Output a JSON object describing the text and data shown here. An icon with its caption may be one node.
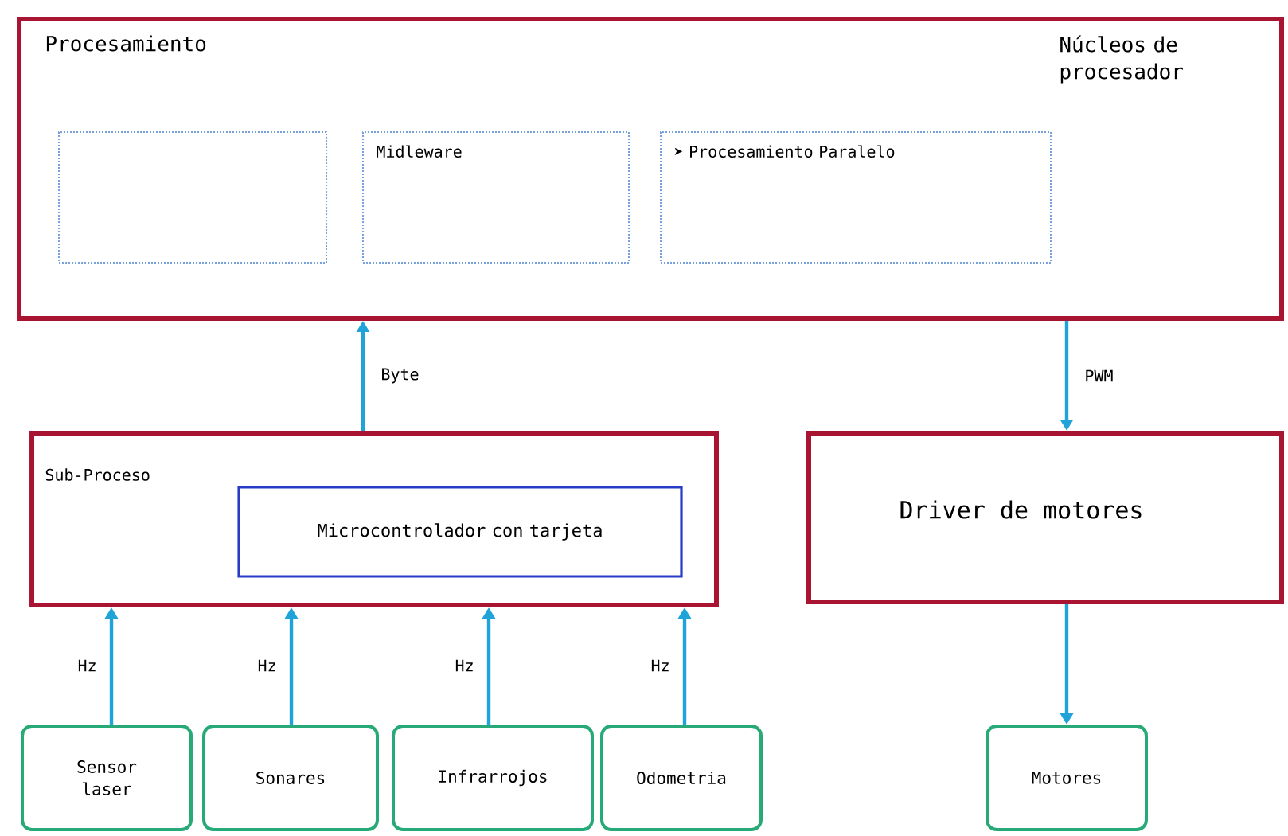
{
  "diagram": {
    "nodes": [
      {
        "text": [
          "Procesamiento",
          "Núcleos de procesador"
        ]
      },
      {
        "text": [],
        "shape": "box",
        "in": 0
      },
      {
        "text": [
          "Midleware"
        ],
        "in": 0
      },
      {
        "text": [
          "➤ Procesamiento Paralelo"
        ],
        "in": 0
      },
      {
        "text": [
          "Sub-Proceso"
        ]
      },
      {
        "text": [
          "Microcontrolador con tarjeta"
        ],
        "in": 4
      },
      {
        "text": [
          "Driver de motores"
        ]
      },
      {
        "text": [
          "Sensor laser"
        ]
      },
      {
        "text": [
          "Sonares"
        ]
      },
      {
        "text": [
          "Infrarrojos"
        ]
      },
      {
        "text": [
          "Odometria"
        ]
      },
      {
        "text": [
          "Motores"
        ]
      }
    ],
    "edges": [
      {
        "from": 4,
        "to": 0,
        "arrow": "to",
        "label": "Byte"
      },
      {
        "from": 0,
        "to": 6,
        "arrow": "to",
        "label": "PWM"
      },
      {
        "from": 7,
        "to": 4,
        "arrow": "to",
        "label": "Hz"
      },
      {
        "from": 8,
        "to": 4,
        "arrow": "to",
        "label": "Hz"
      },
      {
        "from": 9,
        "to": 4,
        "arrow": "to",
        "label": "Hz"
      },
      {
        "from": 10,
        "to": 4,
        "arrow": "to",
        "label": "Hz"
      },
      {
        "from": 6,
        "to": 11,
        "arrow": "to"
      }
    ]
  }
}
